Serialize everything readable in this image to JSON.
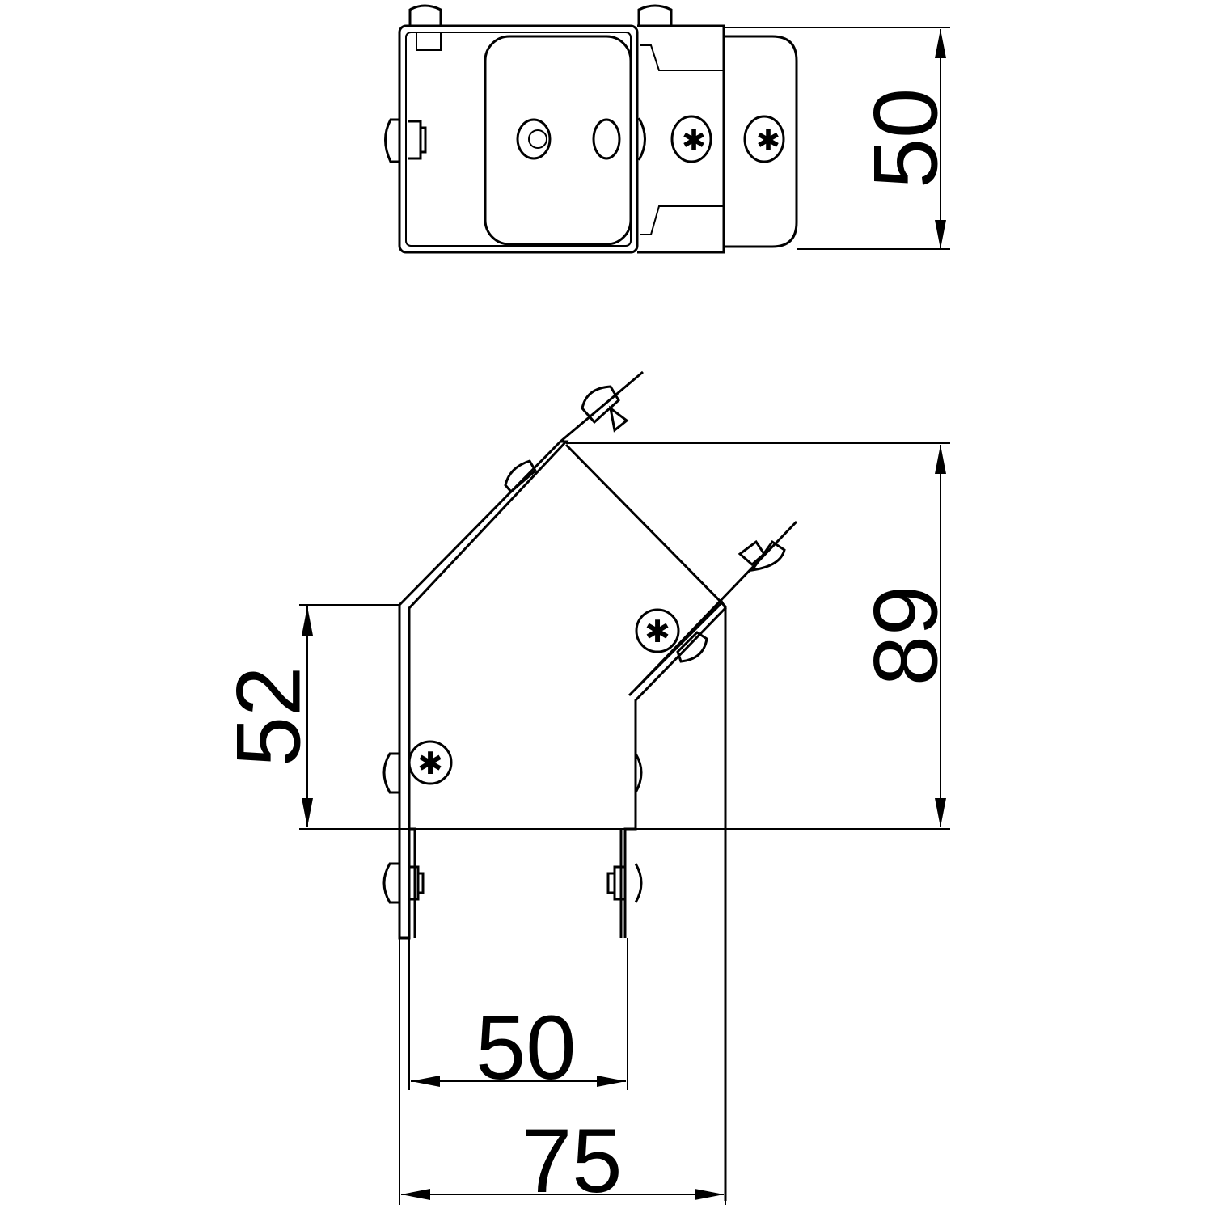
{
  "drawing": {
    "top_view": {
      "width_dimension": "50"
    },
    "side_view": {
      "height_total": "89",
      "height_straight": "52",
      "inner_width": "50",
      "outer_width": "75"
    },
    "colors": {
      "line": "#000000",
      "background": "#ffffff"
    }
  }
}
